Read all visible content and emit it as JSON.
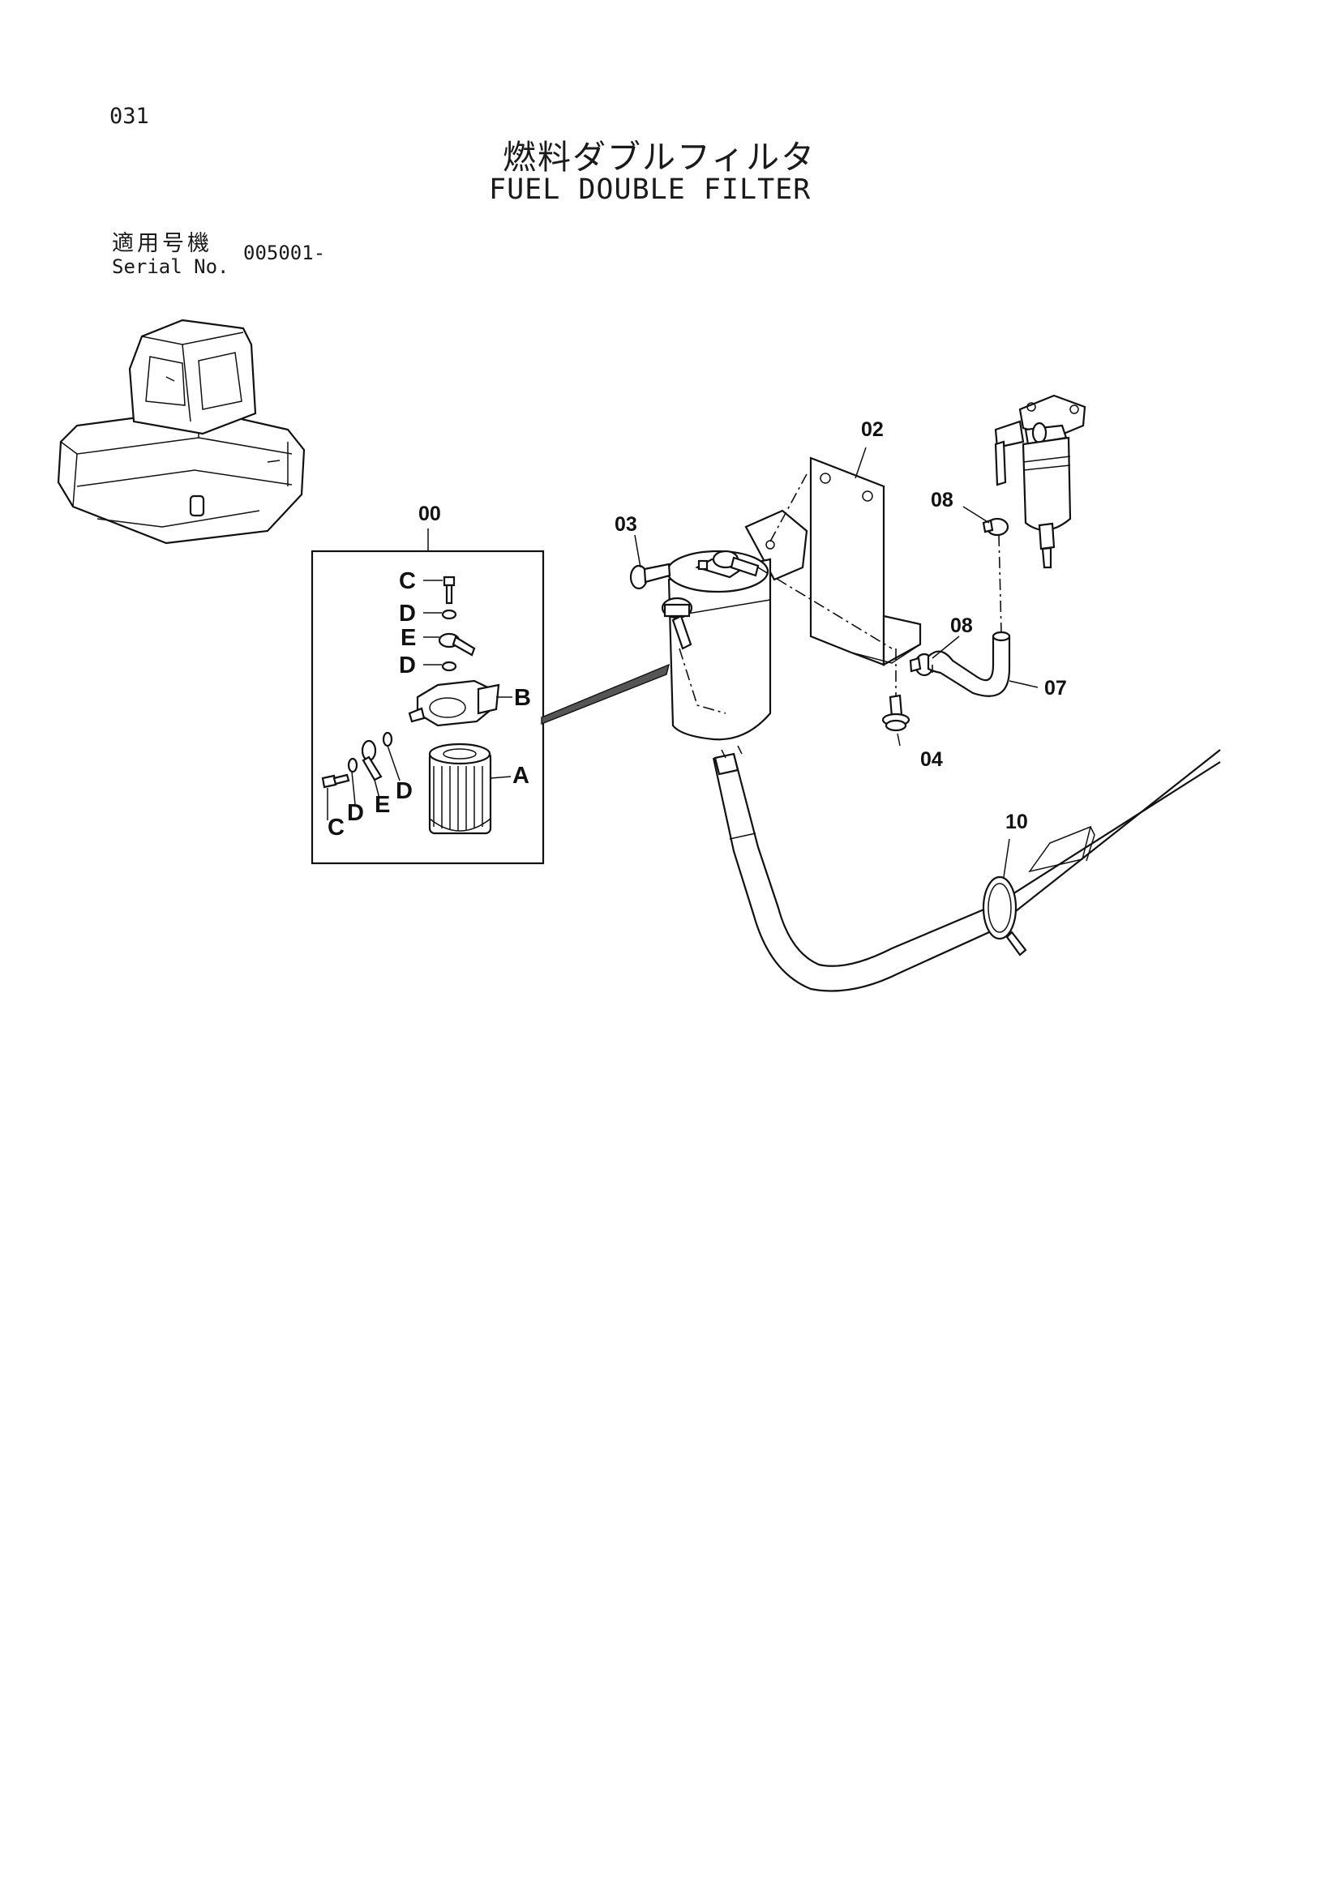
{
  "page": {
    "number": "031",
    "title_ja": "燃料ダブルフィルタ",
    "title_en": "FUEL DOUBLE FILTER",
    "serial_label_ja": "適用号機",
    "serial_label_en": "Serial No.",
    "serial_value": "005001-"
  },
  "callouts": {
    "c00": "00",
    "c02": "02",
    "c03": "03",
    "c04": "04",
    "c07": "07",
    "c08a": "08",
    "c08b": "08",
    "c10": "10"
  },
  "detail_labels": {
    "C1": "C",
    "D1": "D",
    "E1": "E",
    "D2": "D",
    "B": "B",
    "A": "A",
    "C2": "C",
    "D3": "D",
    "E2": "E",
    "D4": "D"
  }
}
